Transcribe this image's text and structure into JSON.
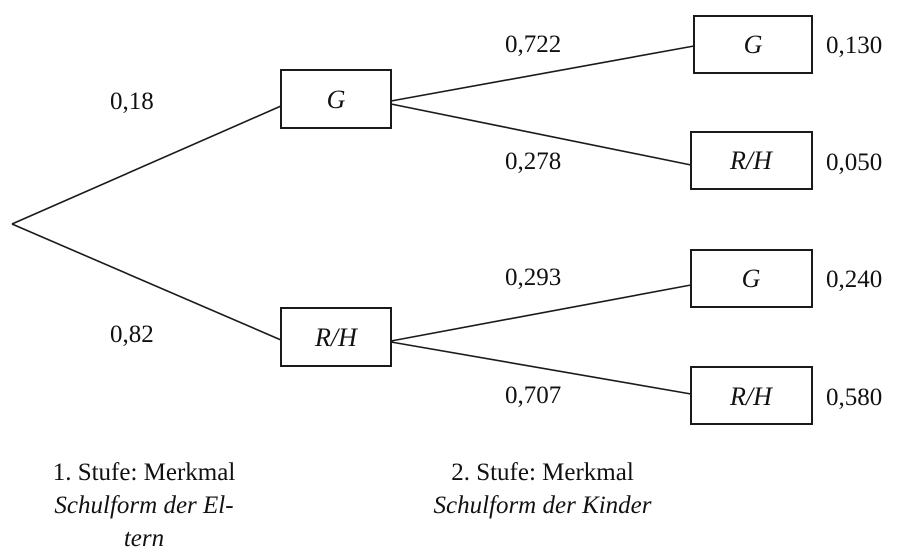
{
  "tree": {
    "stage1": {
      "branches": [
        {
          "probability": "0,18",
          "node": "G"
        },
        {
          "probability": "0,82",
          "node": "R/H"
        }
      ]
    },
    "stage2": {
      "from_G": [
        {
          "probability": "0,722",
          "node": "G",
          "joint": "0,130"
        },
        {
          "probability": "0,278",
          "node": "R/H",
          "joint": "0,050"
        }
      ],
      "from_RH": [
        {
          "probability": "0,293",
          "node": "G",
          "joint": "0,240"
        },
        {
          "probability": "0,707",
          "node": "R/H",
          "joint": "0,580"
        }
      ]
    }
  },
  "captions": {
    "stage1": {
      "title": "1. Stufe: Merkmal",
      "subtitle_line1": "Schulform der El-",
      "subtitle_line2": "tern"
    },
    "stage2": {
      "title": "2. Stufe: Merkmal",
      "subtitle": "Schulform der Kinder"
    }
  }
}
